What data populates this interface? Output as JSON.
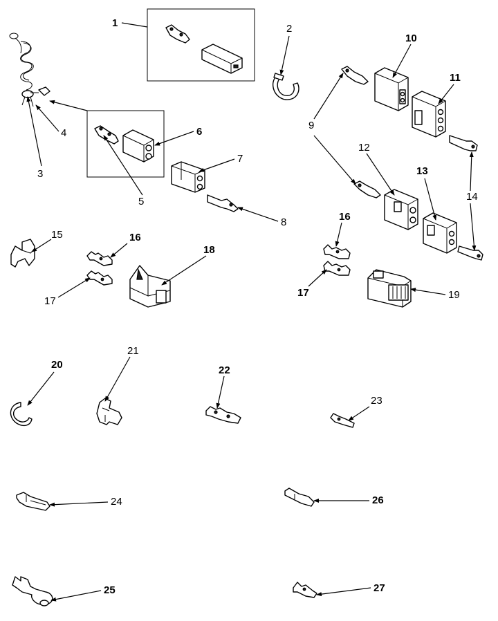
{
  "callouts": [
    {
      "id": "1",
      "bold": true
    },
    {
      "id": "2",
      "bold": false
    },
    {
      "id": "3",
      "bold": false
    },
    {
      "id": "4",
      "bold": false
    },
    {
      "id": "5",
      "bold": false
    },
    {
      "id": "6",
      "bold": true
    },
    {
      "id": "7",
      "bold": false
    },
    {
      "id": "8",
      "bold": false
    },
    {
      "id": "9",
      "bold": false
    },
    {
      "id": "10",
      "bold": true
    },
    {
      "id": "11",
      "bold": true
    },
    {
      "id": "12",
      "bold": false
    },
    {
      "id": "13",
      "bold": true
    },
    {
      "id": "14",
      "bold": false
    },
    {
      "id": "15",
      "bold": false
    },
    {
      "id": "16a",
      "label": "16",
      "bold": true
    },
    {
      "id": "16b",
      "label": "16",
      "bold": true
    },
    {
      "id": "17a",
      "label": "17",
      "bold": false
    },
    {
      "id": "17b",
      "label": "17",
      "bold": true
    },
    {
      "id": "18",
      "bold": true
    },
    {
      "id": "19",
      "bold": false
    },
    {
      "id": "20",
      "bold": true
    },
    {
      "id": "21",
      "bold": false
    },
    {
      "id": "22",
      "bold": true
    },
    {
      "id": "23",
      "bold": false
    },
    {
      "id": "24",
      "bold": false
    },
    {
      "id": "25",
      "bold": true
    },
    {
      "id": "26",
      "bold": true
    },
    {
      "id": "27",
      "bold": true
    }
  ],
  "labels": {
    "c1": "1",
    "c2": "2",
    "c3": "3",
    "c4": "4",
    "c5": "5",
    "c6": "6",
    "c7": "7",
    "c8": "8",
    "c9": "9",
    "c10": "10",
    "c11": "11",
    "c12": "12",
    "c13": "13",
    "c14": "14",
    "c15": "15",
    "c16a": "16",
    "c16b": "16",
    "c17a": "17",
    "c17b": "17",
    "c18": "18",
    "c19": "19",
    "c20": "20",
    "c21": "21",
    "c22": "22",
    "c23": "23",
    "c24": "24",
    "c25": "25",
    "c26": "26",
    "c27": "27"
  }
}
